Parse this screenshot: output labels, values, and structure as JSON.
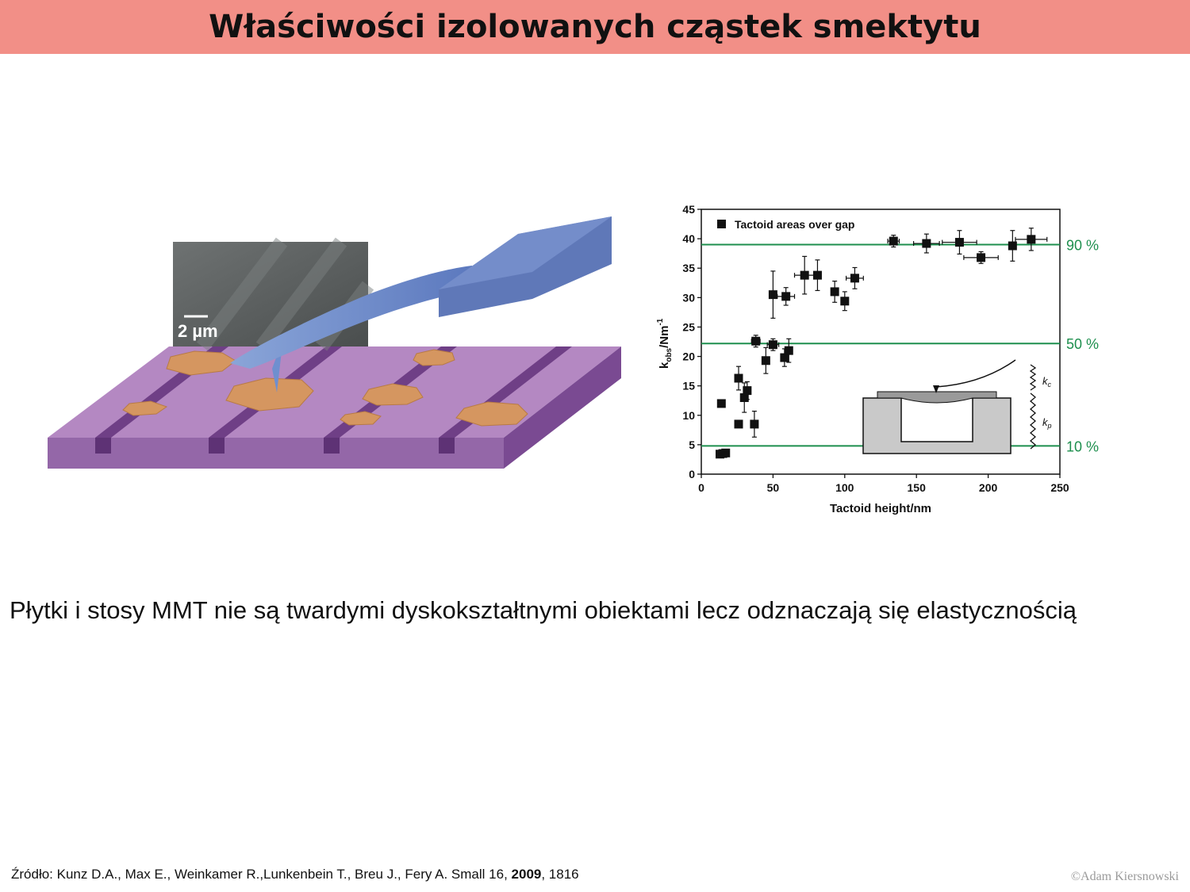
{
  "slide": {
    "title": "Właściwości izolowanych cząstek smektytu",
    "caption": "Płytki i stosy MMT nie są twardymi dyskokształtnymi obiektami lecz odznaczają się elastycznością",
    "source_prefix": "Źródło:  Kunz D.A., Max E., Weinkamer R.,Lunkenbein T., Breu J., Fery A. Small 16, ",
    "source_year": "2009",
    "source_suffix": ", 1816",
    "copyright": "©Adam Kiersnowski"
  },
  "left_figure": {
    "scale_bar_label": "2 µm",
    "colors": {
      "substrate": "#b286bf",
      "substrate_side": "#8b5a9e",
      "groove": "#6f3f86",
      "particle": "#d9995f",
      "cantilever": "#6b85c4",
      "sem": "#5a5e5e"
    }
  },
  "chart_data": {
    "type": "scatter",
    "xlabel": "Tactoid height/nm",
    "ylabel_main": "k",
    "ylabel_sub": "obs",
    "ylabel_unit": "/Nm",
    "ylabel_sup": "-1",
    "xlim": [
      0,
      250
    ],
    "ylim": [
      0,
      45
    ],
    "xticks": [
      0,
      50,
      100,
      150,
      200,
      250
    ],
    "yticks": [
      0,
      5,
      10,
      15,
      20,
      25,
      30,
      35,
      40,
      45
    ],
    "legend": "Tactoid areas over gap",
    "legend_position": "top-left",
    "marker_color": "#111111",
    "reference_color": "#1e8f4e",
    "reference_lines": [
      {
        "label": "90 %",
        "y": 39
      },
      {
        "label": "50 %",
        "y": 22.2
      },
      {
        "label": "10 %",
        "y": 4.8
      }
    ],
    "inset_labels": {
      "kc": "k",
      "kc_sub": "c",
      "kp": "k",
      "kp_sub": "p"
    },
    "points": [
      {
        "x": 13,
        "y": 3.4
      },
      {
        "x": 15,
        "y": 3.5
      },
      {
        "x": 17,
        "y": 3.6
      },
      {
        "x": 14,
        "y": 12
      },
      {
        "x": 26,
        "y": 8.5
      },
      {
        "x": 26,
        "y": 16.3,
        "yerr": 2
      },
      {
        "x": 30,
        "y": 13,
        "yerr": 2.5
      },
      {
        "x": 32,
        "y": 14.2,
        "yerr": 1.5
      },
      {
        "x": 37,
        "y": 8.5,
        "yerr": 2.2
      },
      {
        "x": 38,
        "y": 22.6,
        "yerr": 1,
        "xerr": 3
      },
      {
        "x": 45,
        "y": 19.3,
        "yerr": 2.2
      },
      {
        "x": 50,
        "y": 22,
        "yerr": 1,
        "xerr": 4
      },
      {
        "x": 50,
        "y": 30.5,
        "yerr": 4
      },
      {
        "x": 58,
        "y": 19.8,
        "yerr": 1.5
      },
      {
        "x": 59,
        "y": 30.2,
        "yerr": 1.5,
        "xerr": 6
      },
      {
        "x": 61,
        "y": 21,
        "yerr": 2
      },
      {
        "x": 72,
        "y": 33.8,
        "yerr": 3.2,
        "xerr": 7
      },
      {
        "x": 81,
        "y": 33.8,
        "yerr": 2.6
      },
      {
        "x": 93,
        "y": 31,
        "yerr": 1.8
      },
      {
        "x": 100,
        "y": 29.4,
        "yerr": 1.6
      },
      {
        "x": 107,
        "y": 33.3,
        "yerr": 1.8,
        "xerr": 6
      },
      {
        "x": 134,
        "y": 39.6,
        "yerr": 1,
        "xerr": 4
      },
      {
        "x": 157,
        "y": 39.2,
        "yerr": 1.6,
        "xerr": 9
      },
      {
        "x": 180,
        "y": 39.4,
        "yerr": 2,
        "xerr": 12
      },
      {
        "x": 195,
        "y": 36.8,
        "yerr": 1,
        "xerr": 12
      },
      {
        "x": 217,
        "y": 38.8,
        "yerr": 2.6
      },
      {
        "x": 230,
        "y": 39.9,
        "yerr": 1.9,
        "xerr": 11
      }
    ]
  }
}
